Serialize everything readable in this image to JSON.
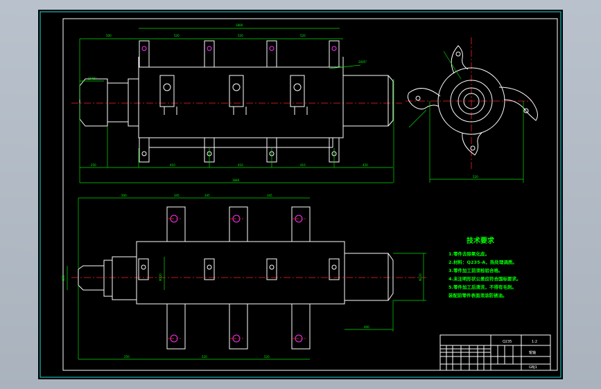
{
  "drawing": {
    "tech_requirements": {
      "title": "技术要求",
      "lines": [
        "1.零件去除氧化皮。",
        "2.材料：Q235-A，热处理调质。",
        "3.零件加工前须检验合格。",
        "4.未注明形状公差应符合国标要求。",
        "5.零件加工后清洗，不得有毛刺。",
        "装配前零件表面须涂防锈油。"
      ]
    },
    "title_block": {
      "part_name": "辊轴",
      "drawing_no": "GBJ1",
      "scale": "1:2",
      "material": "Q235"
    },
    "dimensions": {
      "top_total_upper": "1800",
      "top_overall": "1840",
      "top_spacing_1": "520",
      "top_spacing_2": "520",
      "top_spacing_3": "520",
      "top_left_offset": "500",
      "bottom_seg_1": "250",
      "bottom_seg_2": "410",
      "bottom_seg_3": "410",
      "bottom_seg_4": "410",
      "bottom_seg_5": "420",
      "left_chamfer": "2X45°",
      "right_chamfer": "2X45°",
      "side_width": "520",
      "plan_top_left": "500",
      "plan_pitch_1": "345",
      "plan_pitch_2": "345",
      "plan_pitch_3": "345",
      "plan_bottom_left": "250",
      "plan_bottom_mid": "520",
      "plan_bottom_right": "520",
      "plan_right_len": "400",
      "plan_left_dia": "Φ80",
      "plan_right_dia": "Φ210",
      "plan_mid_dia": "Φ120"
    }
  }
}
